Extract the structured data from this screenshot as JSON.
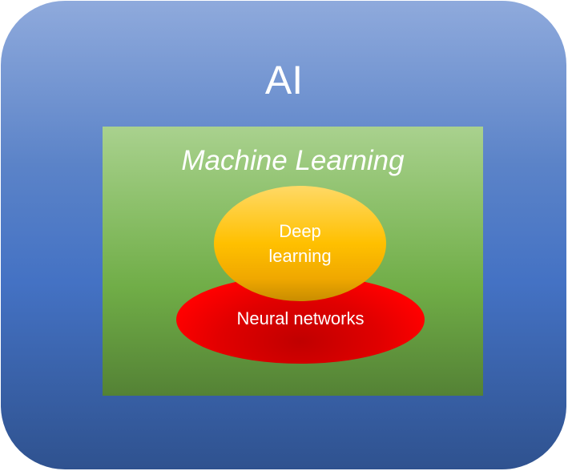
{
  "diagram": {
    "outer": {
      "label": "AI",
      "color": "#4472c4"
    },
    "middle": {
      "label": "Machine Learning",
      "color": "#70ad47"
    },
    "neural": {
      "label": "Neural networks",
      "color": "#ff0000"
    },
    "deep": {
      "line1": "Deep",
      "line2": "learning",
      "color": "#ffc000"
    }
  }
}
